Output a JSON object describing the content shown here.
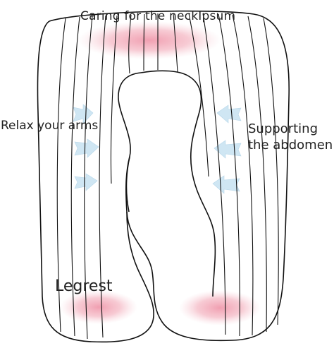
{
  "labels": {
    "neck": "Caring for the neckIpsum",
    "arms": "Relax your arms",
    "abdomen_line1": "Supporting",
    "abdomen_line2": "the abdomen",
    "leg": "Legrest"
  },
  "colors": {
    "outline": "#111111",
    "highlight": "#f2a3b3",
    "arrow": "#cfe6f3",
    "text": "#222222"
  },
  "icons": {
    "arrow": "arrow-icon",
    "highlight": "pressure-zone"
  }
}
